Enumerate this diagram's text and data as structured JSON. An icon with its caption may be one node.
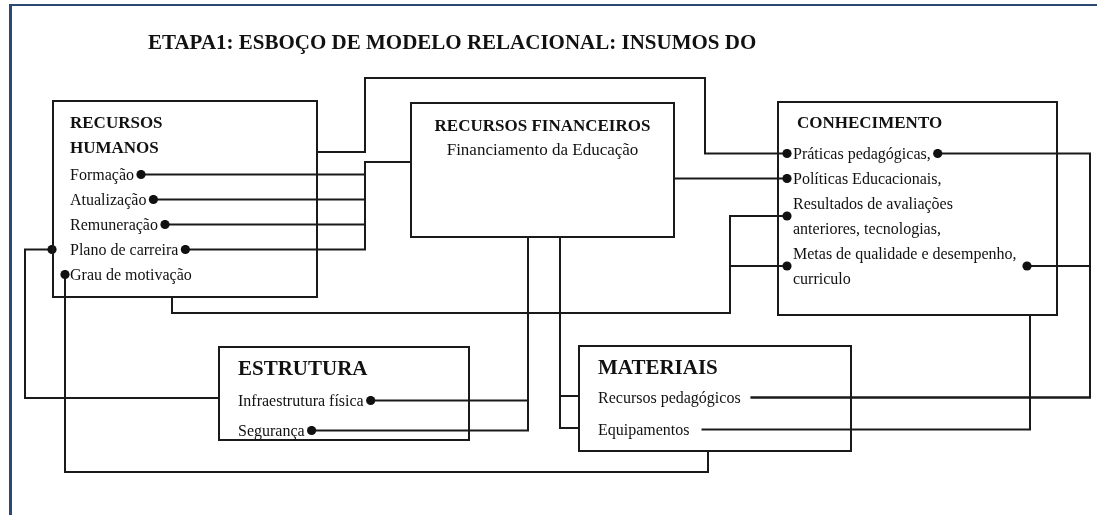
{
  "diagram": {
    "title": "ETAPA1: ESBOÇO DE MODELO RELACIONAL: INSUMOS DO",
    "nodes": [
      {
        "text": [
          "RECURSOS HUMANOS"
        ]
      },
      {
        "text": [
          "Formação"
        ],
        "in": 0
      },
      {
        "text": [
          "Atualização"
        ],
        "in": 0
      },
      {
        "text": [
          "Remuneração"
        ],
        "in": 0
      },
      {
        "text": [
          "Plano de carreira"
        ],
        "in": 0
      },
      {
        "text": [
          "Grau de motivação"
        ],
        "in": 0
      },
      {
        "text": [
          "RECURSOS FINANCEIROS",
          "Financiamento da Educação"
        ]
      },
      {
        "text": [
          "CONHECIMENTO"
        ]
      },
      {
        "text": [
          "Práticas pedagógicas,"
        ],
        "in": 7
      },
      {
        "text": [
          "Políticas Educacionais,"
        ],
        "in": 7
      },
      {
        "text": [
          "Resultados de avaliações anteriores, tecnologias,"
        ],
        "in": 7
      },
      {
        "text": [
          "Metas de qualidade e desempenho, curriculo"
        ],
        "in": 7
      },
      {
        "text": [
          "ESTRUTURA"
        ]
      },
      {
        "text": [
          "Infraestrutura física"
        ],
        "in": 12
      },
      {
        "text": [
          "Segurança"
        ],
        "in": 12
      },
      {
        "text": [
          "MATERIAIS"
        ]
      },
      {
        "text": [
          "Recursos pedagógicos"
        ],
        "in": 15
      },
      {
        "text": [
          "Equipamentos"
        ],
        "in": 15
      }
    ],
    "edges": [
      {
        "from": 0,
        "to": 8,
        "arrow": "other"
      },
      {
        "from": 6,
        "to": 1,
        "arrow": "other"
      },
      {
        "from": 6,
        "to": 2,
        "arrow": "other"
      },
      {
        "from": 6,
        "to": 3,
        "arrow": "other"
      },
      {
        "from": 6,
        "to": 4,
        "arrow": "other"
      },
      {
        "from": 6,
        "to": 9,
        "arrow": "other"
      },
      {
        "from": 0,
        "to": 10,
        "arrow": "other"
      },
      {
        "from": 0,
        "to": 11,
        "arrow": "other"
      },
      {
        "from": 16,
        "to": 8,
        "arrow": "other"
      },
      {
        "from": 16,
        "to": 11,
        "arrow": "other"
      },
      {
        "from": 7,
        "to": 17,
        "arrow": "none"
      },
      {
        "from": 6,
        "to": 13,
        "arrow": "other"
      },
      {
        "from": 6,
        "to": 14,
        "arrow": "other"
      },
      {
        "from": 6,
        "to": 15,
        "arrow": "none"
      },
      {
        "from": 6,
        "to": 15,
        "arrow": "none"
      },
      {
        "from": 12,
        "to": 4,
        "arrow": "other"
      },
      {
        "from": 15,
        "to": 5,
        "arrow": "other"
      }
    ]
  }
}
